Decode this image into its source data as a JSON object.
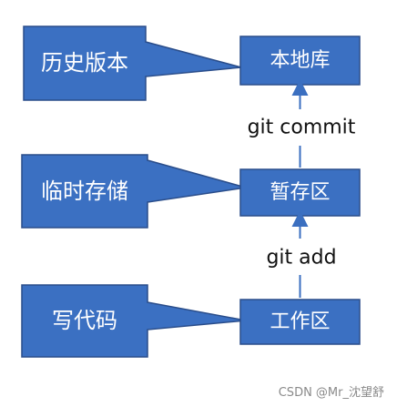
{
  "callouts": {
    "history": "历史版本",
    "staging": "临时存储",
    "code": "写代码"
  },
  "areas": {
    "local_repo": "本地库",
    "staging_area": "暂存区",
    "workspace": "工作区"
  },
  "commands": {
    "commit": "git commit",
    "add": "git add"
  },
  "watermark": "CSDN @Mr_沈望舒",
  "colors": {
    "box_fill": "#3b70c2",
    "box_stroke": "#2a4d8a",
    "arrow": "#3b6fc0",
    "box_text": "#ffffff",
    "command_text": "#111111"
  }
}
